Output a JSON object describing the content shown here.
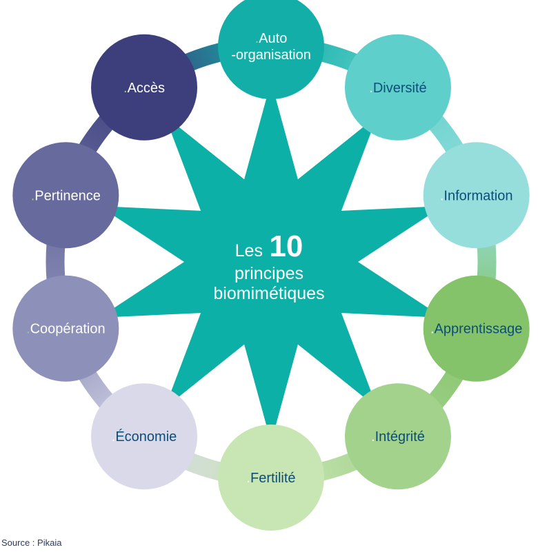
{
  "center": {
    "prefix": "Les",
    "number": "10",
    "line2": "principes",
    "line3": "biomimétiques",
    "color": "#0db0a7"
  },
  "principles": [
    {
      "lines": [
        "Auto",
        "-organisation"
      ],
      "fill": "#14aea8",
      "text_color": "#ffffff",
      "dot_color": "#9ad27d"
    },
    {
      "lines": [
        "Diversité"
      ],
      "fill": "#5fcfcb",
      "text_color": "#0c4d7a",
      "dot_color": "#ffffff"
    },
    {
      "lines": [
        "Information"
      ],
      "fill": "#96dedc",
      "text_color": "#0c4d7a",
      "dot_color": "#ffffff"
    },
    {
      "lines": [
        "Apprentissage"
      ],
      "fill": "#84c36a",
      "text_color": "#0c4d7a",
      "dot_color": "#ffffff"
    },
    {
      "lines": [
        "Intégrité"
      ],
      "fill": "#a3d28c",
      "text_color": "#0c4d7a",
      "dot_color": "#ffffff"
    },
    {
      "lines": [
        "Fertilité"
      ],
      "fill": "#c8e5b4",
      "text_color": "#0c4d7a",
      "dot_color": "#ffffff"
    },
    {
      "lines": [
        "Économie"
      ],
      "fill": "#d9d9ea",
      "text_color": "#0c4d7a",
      "dot_color": "#ffffff"
    },
    {
      "lines": [
        "Coopération"
      ],
      "fill": "#8d90b8",
      "text_color": "#ffffff",
      "dot_color": "#9ad27d"
    },
    {
      "lines": [
        "Pertinence"
      ],
      "fill": "#676a9d",
      "text_color": "#ffffff",
      "dot_color": "#9ad27d"
    },
    {
      "lines": [
        "Accès"
      ],
      "fill": "#3c3f7c",
      "text_color": "#ffffff",
      "dot_color": "#9ad27d"
    }
  ],
  "source": "Source : Pikaia"
}
